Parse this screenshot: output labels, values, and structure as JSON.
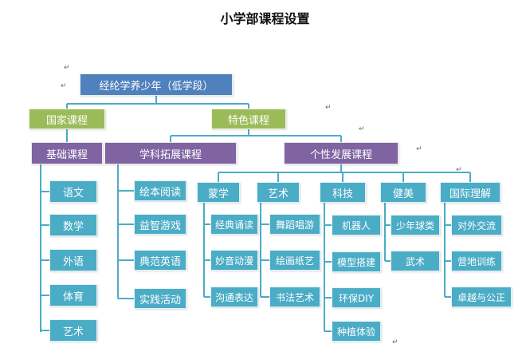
{
  "title": "小学部课程设置",
  "root": "经纶学养少年（低学段）",
  "national": {
    "label": "国家课程",
    "basic": {
      "label": "基础课程",
      "items": [
        "语文",
        "数学",
        "外语",
        "体育",
        "艺术"
      ]
    }
  },
  "featured": {
    "label": "特色课程",
    "extension": {
      "label": "学科拓展课程",
      "items": [
        "绘本阅读",
        "益智游戏",
        "典范英语",
        "实践活动"
      ]
    },
    "personal": {
      "label": "个性发展课程",
      "groups": [
        {
          "label": "蒙学",
          "items": [
            "经典诵读",
            "妙音动漫",
            "沟通表达"
          ]
        },
        {
          "label": "艺术",
          "items": [
            "舞蹈唱游",
            "绘画纸艺",
            "书法艺术"
          ]
        },
        {
          "label": "科技",
          "items": [
            "机器人",
            "模型搭建",
            "环保DIY",
            "种植体验"
          ]
        },
        {
          "label": "健美",
          "items": [
            "少年球类",
            "武术"
          ]
        },
        {
          "label": "国际理解",
          "items": [
            "对外交流",
            "营地训练",
            "卓越与公正"
          ]
        }
      ]
    }
  },
  "paragraph_mark": "↵",
  "colors": {
    "root": "#4f81bd",
    "level1": "#9bbb59",
    "level2": "#8064a2",
    "level3": "#4bacc6",
    "connector": "#4bacc6"
  }
}
